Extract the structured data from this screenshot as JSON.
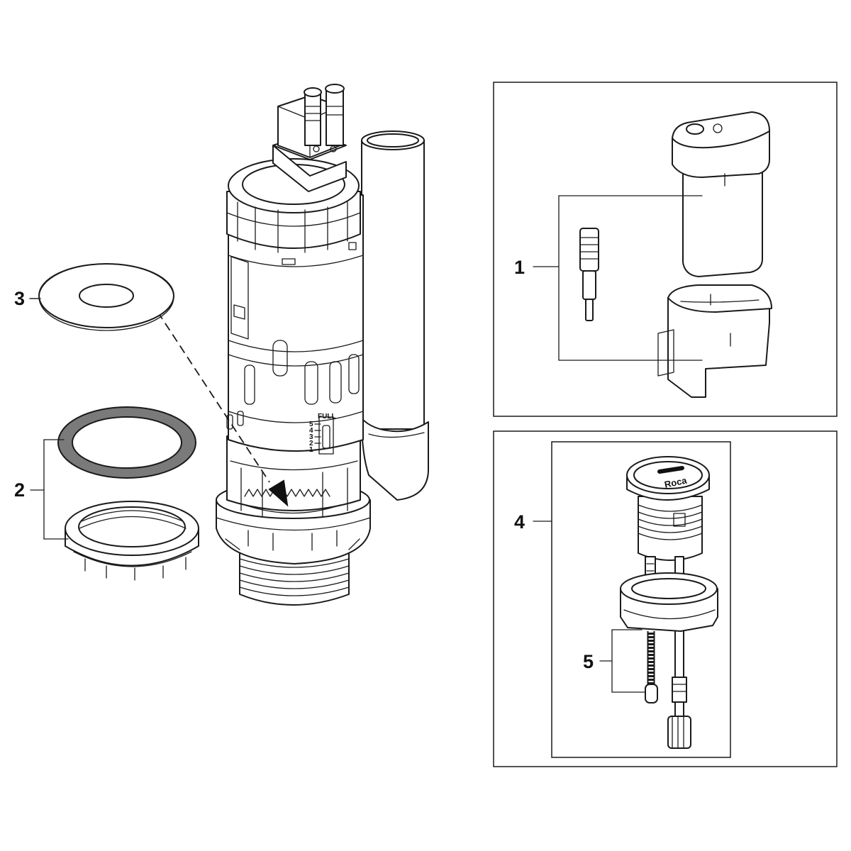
{
  "callouts": {
    "c1": "1",
    "c2": "2",
    "c3": "3",
    "c4": "4",
    "c5": "5"
  },
  "scale_labels": {
    "full": "FULL",
    "ticks": [
      "5",
      "4",
      "3",
      "2",
      "1"
    ]
  },
  "brand": {
    "logo_text": "Roca"
  },
  "colors": {
    "line": "#1a1a1a",
    "gasket_fill": "#7a7a7a",
    "background": "#ffffff"
  }
}
